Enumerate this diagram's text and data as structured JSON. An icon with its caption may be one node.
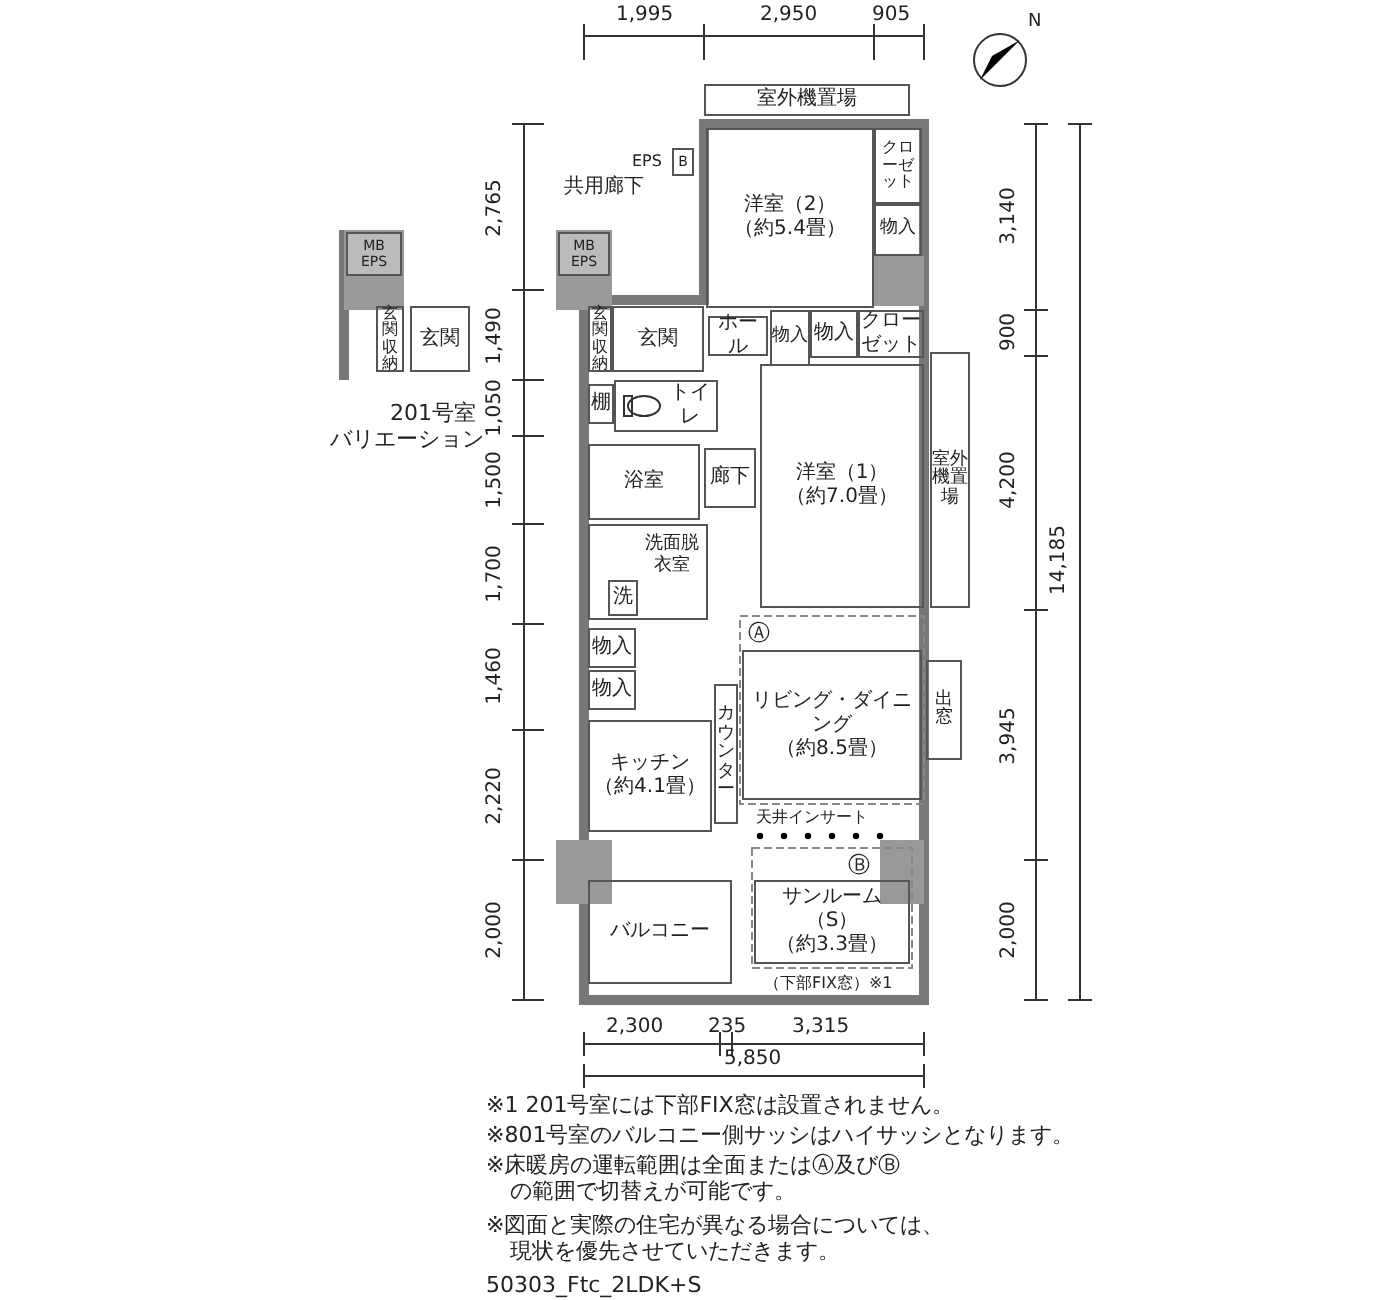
{
  "diagram": {
    "nodes": [
      {
        "text": [
          "室外機置場"
        ]
      },
      {
        "text": [
          "洋室（2）",
          "（約5.4畳）"
        ]
      },
      {
        "text": [
          "クローゼット"
        ]
      },
      {
        "text": [
          "物入"
        ]
      },
      {
        "text": [
          "B"
        ],
        "beside": [
          "EPS"
        ]
      },
      {
        "text": [
          "MB EPS"
        ]
      },
      {
        "text": [
          "玄関"
        ]
      },
      {
        "text": [
          "玄関収納"
        ]
      },
      {
        "text": [
          "ホール"
        ]
      },
      {
        "text": [
          "物入"
        ]
      },
      {
        "text": [
          "物入"
        ]
      },
      {
        "text": [
          "クローゼット"
        ]
      },
      {
        "text": [
          "棚"
        ]
      },
      {
        "text": [
          "トイレ"
        ]
      },
      {
        "text": [
          "浴室"
        ]
      },
      {
        "text": [
          "廊下"
        ]
      },
      {
        "text": [
          "洋室（1）",
          "（約7.0畳）"
        ]
      },
      {
        "text": [
          "室外機置場"
        ]
      },
      {
        "text": [
          "洗面脱衣室"
        ]
      },
      {
        "text": [
          "洗"
        ],
        "in": 18
      },
      {
        "text": [
          "物入"
        ]
      },
      {
        "text": [
          "物入"
        ]
      },
      {
        "text": [
          "カウンター"
        ]
      },
      {
        "text": [
          "キッチン",
          "（約4.1畳）"
        ]
      },
      {
        "text": [
          "リビング・ダイニング",
          "（約8.5畳）"
        ]
      },
      {
        "text": [
          "出窓"
        ]
      },
      {
        "text": [
          "サンルーム（S）",
          "（約3.3畳）"
        ]
      },
      {
        "text": [
          "バルコニー"
        ]
      },
      {
        "text": [
          "MB EPS"
        ]
      },
      {
        "text": [
          "玄関"
        ]
      },
      {
        "text": [
          "玄関収納"
        ]
      }
    ],
    "labels": [
      "1,995",
      "2,950",
      "905",
      "N",
      "共用廊下",
      "201号室バリエーション",
      "2,765",
      "1,490",
      "1,050",
      "1,500",
      "1,700",
      "1,460",
      "2,220",
      "2,000",
      "3,140",
      "900",
      "4,200",
      "3,945",
      "2,000",
      "14,185",
      "Ⓐ",
      "天井インサート",
      "Ⓑ",
      "（下部FIX窓）※1",
      "2,300",
      "235",
      "3,315",
      "5,850",
      "※1 201号室には下部FIX窓は設置されません。",
      "※801号室のバルコニー側サッシはハイサッシとなります。",
      "※床暖房の運転範囲は全面またはⒶ及びⒷの範囲で切替えが可能です。",
      "※図面と実際の住宅が異なる場合については、現状を優先させていただきます。",
      "50303_Ftc_2LDK+S"
    ]
  }
}
